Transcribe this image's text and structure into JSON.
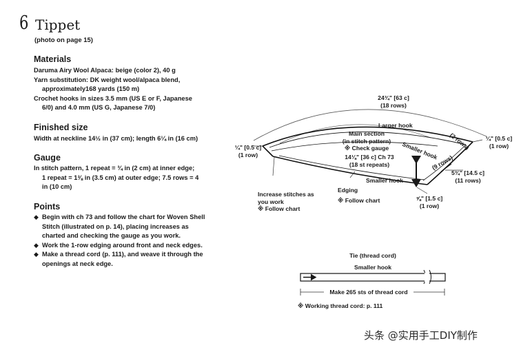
{
  "pattern_number": "6",
  "title": "Tippet",
  "photo_ref": "(photo on page 15)",
  "materials": {
    "heading": "Materials",
    "lines": [
      "Daruma Airy Wool Alpaca: beige (color 2), 40 g",
      "Yarn substitution: DK weight wool/alpaca blend,",
      "approximately168 yards (150 m)",
      "Crochet hooks in sizes 3.5 mm (US E or F, Japanese",
      "6/0) and 4.0 mm (US G, Japanese 7/0)"
    ]
  },
  "finished_size": {
    "heading": "Finished size",
    "lines": [
      "Width at neckline 14½ in (37 cm); length 6¼ in (16 cm)"
    ]
  },
  "gauge": {
    "heading": "Gauge",
    "lines": [
      "In stitch pattern, 1 repeat = ¾ in (2 cm) at inner edge;",
      "1 repeat = 1⅜ in (3.5 cm) at outer edge; 7.5 rows = 4",
      "in (10 cm)"
    ]
  },
  "points": {
    "heading": "Points",
    "items": [
      [
        "Begin with ch 73 and follow the chart for Woven Shell",
        "Stitch (illustrated on p. 14), placing increases as",
        "charted and checking the gauge as you work."
      ],
      [
        "Work the 1-row edging around front and neck edges."
      ],
      [
        "Make a thread cord (p. 111), and weave it through the",
        "openings at neck edge."
      ]
    ]
  },
  "diagram": {
    "outer_width": "24¾\" [63 c]",
    "outer_rows": "(18 rows)",
    "larger_hook": "Larger hook",
    "smaller_hook_right": "Smaller hook",
    "two_rows": "(2 rows)",
    "left_edge": "¼\" [0.5 c]",
    "left_rows": "(1 row)",
    "right_edge": "¼\" [0.5 c]",
    "right_rows": "(1 row)",
    "main_section": "Main section",
    "in_stitch_pattern": "(in stitch pattern)",
    "check_gauge": "※ Check gauge",
    "inner_width": "14⅛\" [36 c] Ch 73",
    "repeats": "(18 st repeats)",
    "nine_rows": "(9 rows)",
    "length": "5¾\" [14.5 c]",
    "length_rows": "(11 rows)",
    "smaller_hook_inner": "Smaller hook",
    "edging": "Edging",
    "follow_chart_edging": "※ Follow chart",
    "edging_depth": "⅝\" [1.5 c]",
    "edging_rows": "(1 row)",
    "increase_line1": "Increase stitches as",
    "increase_line2": "you work",
    "follow_chart_increase": "※ Follow chart"
  },
  "tie": {
    "title": "Tie (thread cord)",
    "hook": "Smaller hook",
    "stitches": "Make 265 sts of thread cord",
    "note": "※ Working thread cord: p. 111"
  },
  "watermark": "头条 @实用手工DIY制作"
}
